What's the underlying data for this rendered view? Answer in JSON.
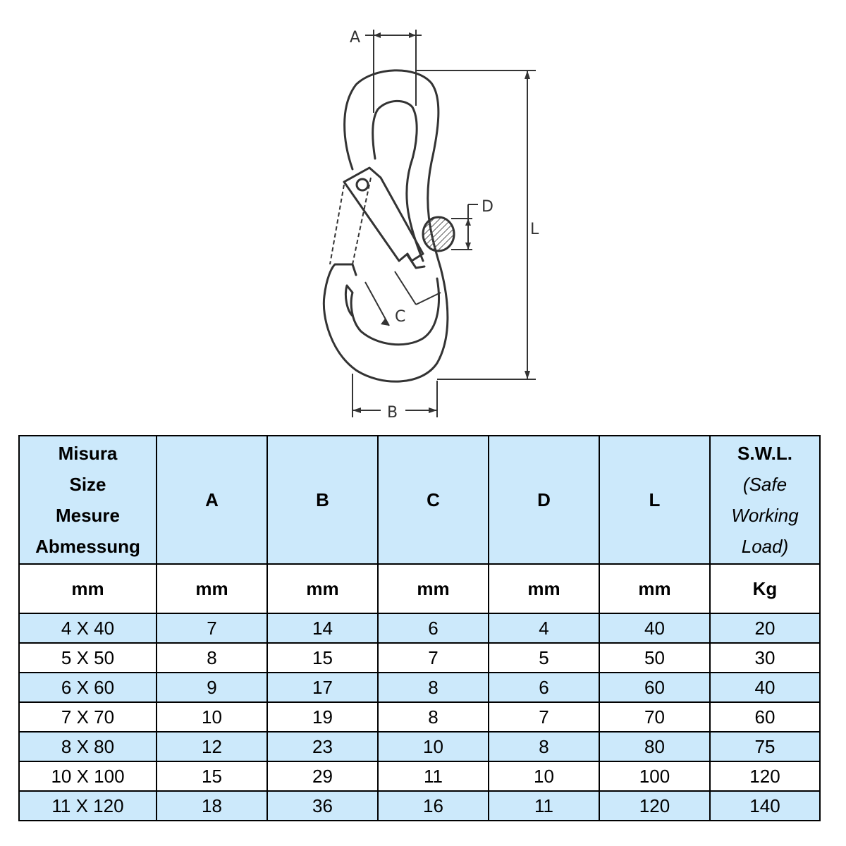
{
  "diagram": {
    "labels": {
      "a": "A",
      "b": "B",
      "c": "C",
      "d": "D",
      "l": "L"
    },
    "line_color": "#333333",
    "hatch_color": "#555555"
  },
  "table": {
    "header": {
      "size": [
        "Misura",
        "Size",
        "Mesure",
        "Abmessung"
      ],
      "a": "A",
      "b": "B",
      "c": "C",
      "d": "D",
      "l": "L",
      "swl": [
        "S.W.L.",
        "(Safe",
        "Working",
        "Load)"
      ]
    },
    "units": [
      "mm",
      "mm",
      "mm",
      "mm",
      "mm",
      "mm",
      "Kg"
    ],
    "rows": [
      [
        "4 X 40",
        "7",
        "14",
        "6",
        "4",
        "40",
        "20"
      ],
      [
        "5 X 50",
        "8",
        "15",
        "7",
        "5",
        "50",
        "30"
      ],
      [
        "6 X 60",
        "9",
        "17",
        "8",
        "6",
        "60",
        "40"
      ],
      [
        "7 X 70",
        "10",
        "19",
        "8",
        "7",
        "70",
        "60"
      ],
      [
        "8 X 80",
        "12",
        "23",
        "10",
        "8",
        "80",
        "75"
      ],
      [
        "10 X 100",
        "15",
        "29",
        "11",
        "10",
        "100",
        "120"
      ],
      [
        "11 X 120",
        "18",
        "36",
        "16",
        "11",
        "120",
        "140"
      ]
    ],
    "shade_color": "#cce9fb"
  }
}
